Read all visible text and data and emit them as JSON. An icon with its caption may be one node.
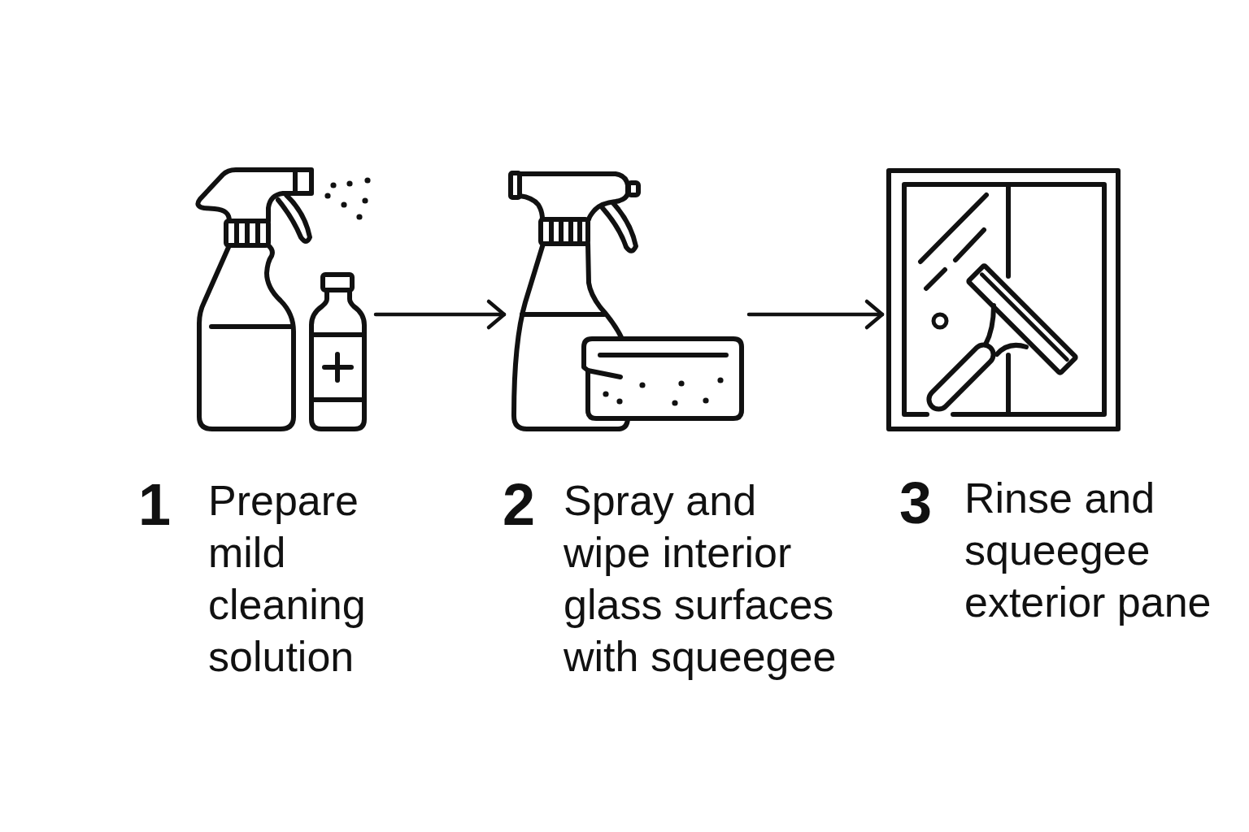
{
  "diagram": {
    "nodes": [
      {
        "text": [],
        "shape": "picture",
        "beside": [
          "1",
          "Prepare mild cleaning solution"
        ]
      },
      {
        "text": [],
        "shape": "picture",
        "beside": [
          "2",
          "Spray and wipe interior glass surfaces with squeegee"
        ]
      },
      {
        "text": [],
        "shape": "picture",
        "beside": [
          "3",
          "Rinse and squeegee exterior pane"
        ]
      }
    ],
    "edges": [
      {
        "from": 0,
        "to": 1,
        "arrow": "to"
      },
      {
        "from": 1,
        "to": 2,
        "arrow": "to"
      }
    ]
  }
}
